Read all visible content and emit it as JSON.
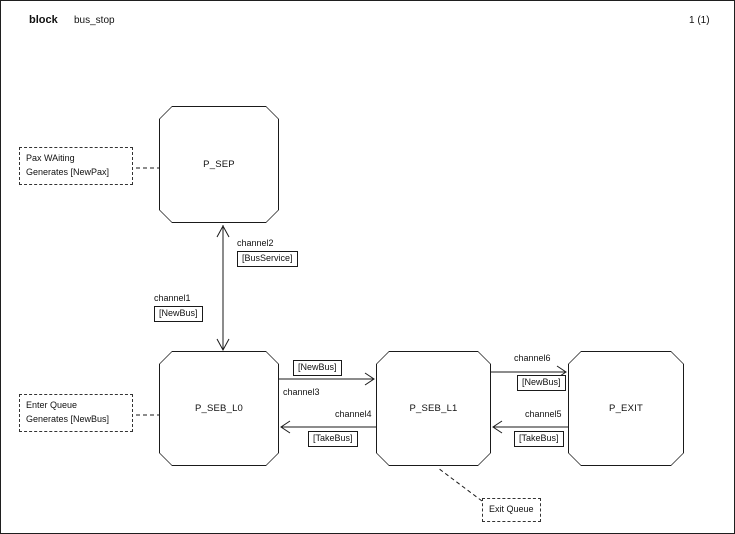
{
  "page": {
    "kind_label": "block",
    "block_name": "bus_stop",
    "page_number": "1 (1)"
  },
  "processes": [
    {
      "label": "P_SEP"
    },
    {
      "label": "P_SEB_L0"
    },
    {
      "label": "P_SEB_L1"
    },
    {
      "label": "P_EXIT"
    }
  ],
  "channels": [
    {
      "name": "channel1",
      "signals": "[NewBus]"
    },
    {
      "name": "channel2",
      "signals": "[BusService]"
    },
    {
      "name": "channel3",
      "signals": "[NewBus]"
    },
    {
      "name": "channel4",
      "signals": "[TakeBus]"
    },
    {
      "name": "channel5",
      "signals": "[TakeBus]"
    },
    {
      "name": "channel6",
      "signals": "[NewBus]"
    }
  ],
  "comments": [
    {
      "line1": "Pax WAiting",
      "line2": "Generates [NewPax]"
    },
    {
      "line1": "Enter Queue",
      "line2": "Generates [NewBus]"
    },
    {
      "line1": "Exit Queue"
    }
  ]
}
